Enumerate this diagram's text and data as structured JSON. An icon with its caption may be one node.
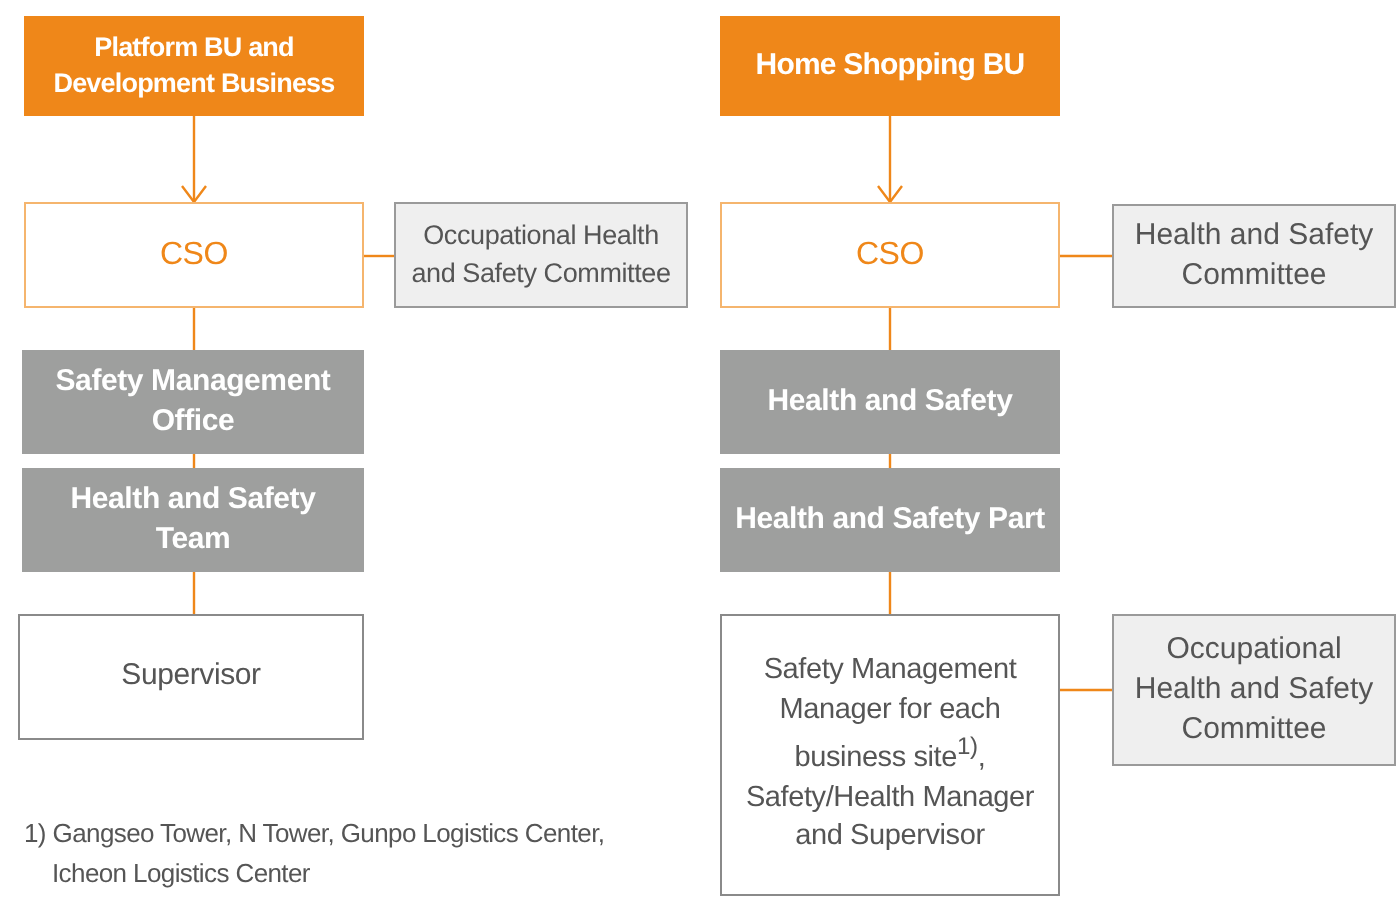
{
  "diagram": {
    "nodes": [
      {
        "text": [
          "Platform BU and Development Business"
        ]
      },
      {
        "text": [
          "CSO"
        ]
      },
      {
        "text": [
          "Occupational Health and Safety Committee"
        ]
      },
      {
        "text": [
          "Safety Management Office"
        ]
      },
      {
        "text": [
          "Health and Safety Team"
        ]
      },
      {
        "text": [
          "Supervisor"
        ]
      },
      {
        "text": [
          "Home Shopping BU"
        ]
      },
      {
        "text": [
          "CSO"
        ]
      },
      {
        "text": [
          "Health and Safety Committee"
        ]
      },
      {
        "text": [
          "Health and Safety"
        ]
      },
      {
        "text": [
          "Health and Safety Part"
        ]
      },
      {
        "text": [
          "Safety Management Manager for each business site$^{1)}$, Safety/Health Manager and Supervisor"
        ]
      },
      {
        "text": [
          "Occupational Health and Safety Committee"
        ]
      }
    ],
    "edges": [
      {
        "from": 0,
        "to": 1,
        "arrow": "to"
      },
      {
        "from": 1,
        "to": 2,
        "arrow": "none"
      },
      {
        "from": 1,
        "to": 3,
        "arrow": "none"
      },
      {
        "from": 3,
        "to": 4,
        "arrow": "none"
      },
      {
        "from": 4,
        "to": 5,
        "arrow": "none"
      },
      {
        "from": 6,
        "to": 7,
        "arrow": "to"
      },
      {
        "from": 7,
        "to": 8,
        "arrow": "none"
      },
      {
        "from": 7,
        "to": 9,
        "arrow": "none"
      },
      {
        "from": 9,
        "to": 10,
        "arrow": "none"
      },
      {
        "from": 10,
        "to": 11,
        "arrow": "none"
      },
      {
        "from": 11,
        "to": 12,
        "arrow": "none"
      }
    ],
    "labels": [
      "1) Gangseo Tower, N Tower, Gunpo Logistics Center, Icheon Logistics Center"
    ]
  }
}
